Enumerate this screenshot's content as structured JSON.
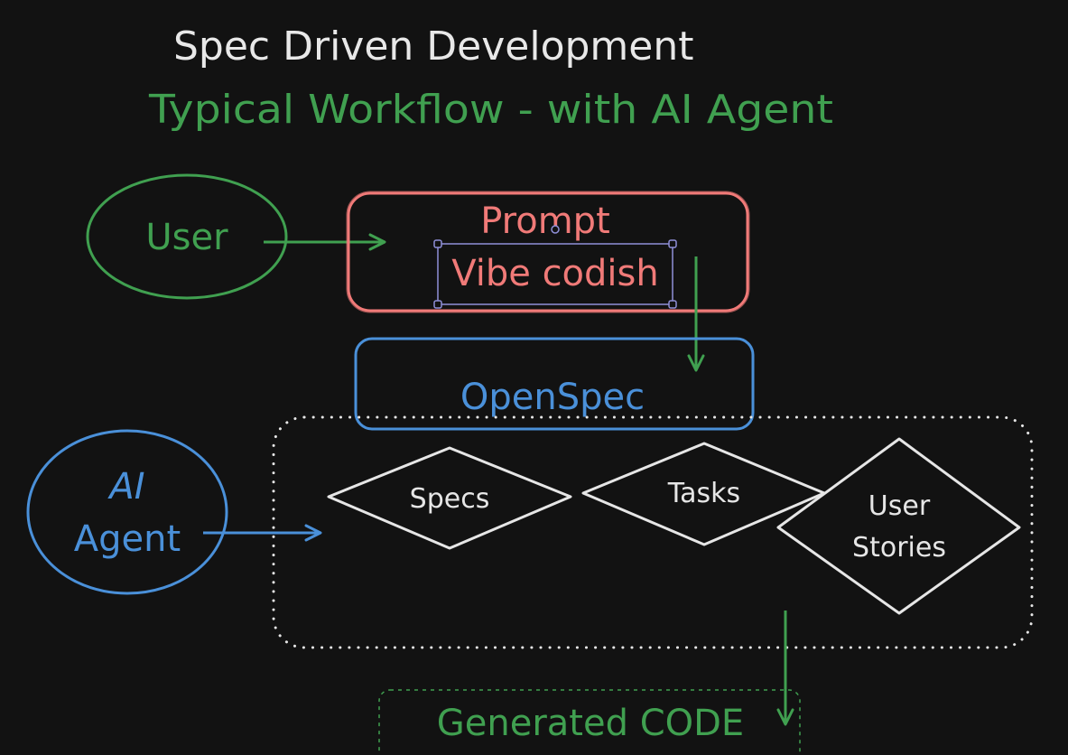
{
  "title": "Spec Driven Development",
  "subtitle": "Typical Workflow - with AI Agent",
  "colors": {
    "background": "#121212",
    "title": "#e8e8e8",
    "green": "#40a050",
    "red": "#f07a78",
    "blue": "#4a90d9",
    "white": "#e6e6e6",
    "selection": "#8f8fd8"
  },
  "nodes": {
    "user": {
      "label": "User",
      "shape": "ellipse"
    },
    "prompt": {
      "label": "Prompt",
      "shape": "rounded-rect"
    },
    "vibe": {
      "label": "Vibe codish",
      "shape": "text",
      "selected": true
    },
    "openspec": {
      "label": "OpenSpec",
      "shape": "rounded-rect"
    },
    "ai_agent": {
      "line1": "AI",
      "line2": "Agent",
      "shape": "ellipse"
    },
    "specs": {
      "label": "Specs",
      "shape": "diamond"
    },
    "tasks": {
      "label": "Tasks",
      "shape": "diamond"
    },
    "user_stories": {
      "line1": "User",
      "line2": "Stories",
      "shape": "diamond"
    },
    "artifacts_group": {
      "shape": "dotted-rounded-rect"
    },
    "generated_code": {
      "label": "Generated CODE",
      "shape": "dashed-rounded-rect"
    }
  },
  "edges": [
    {
      "from": "User",
      "to": "Prompt"
    },
    {
      "from": "Prompt",
      "to": "OpenSpec"
    },
    {
      "from": "AI Agent",
      "to": "Specs/Tasks/User Stories"
    },
    {
      "from": "Specs/Tasks/User Stories",
      "to": "Generated CODE"
    }
  ]
}
